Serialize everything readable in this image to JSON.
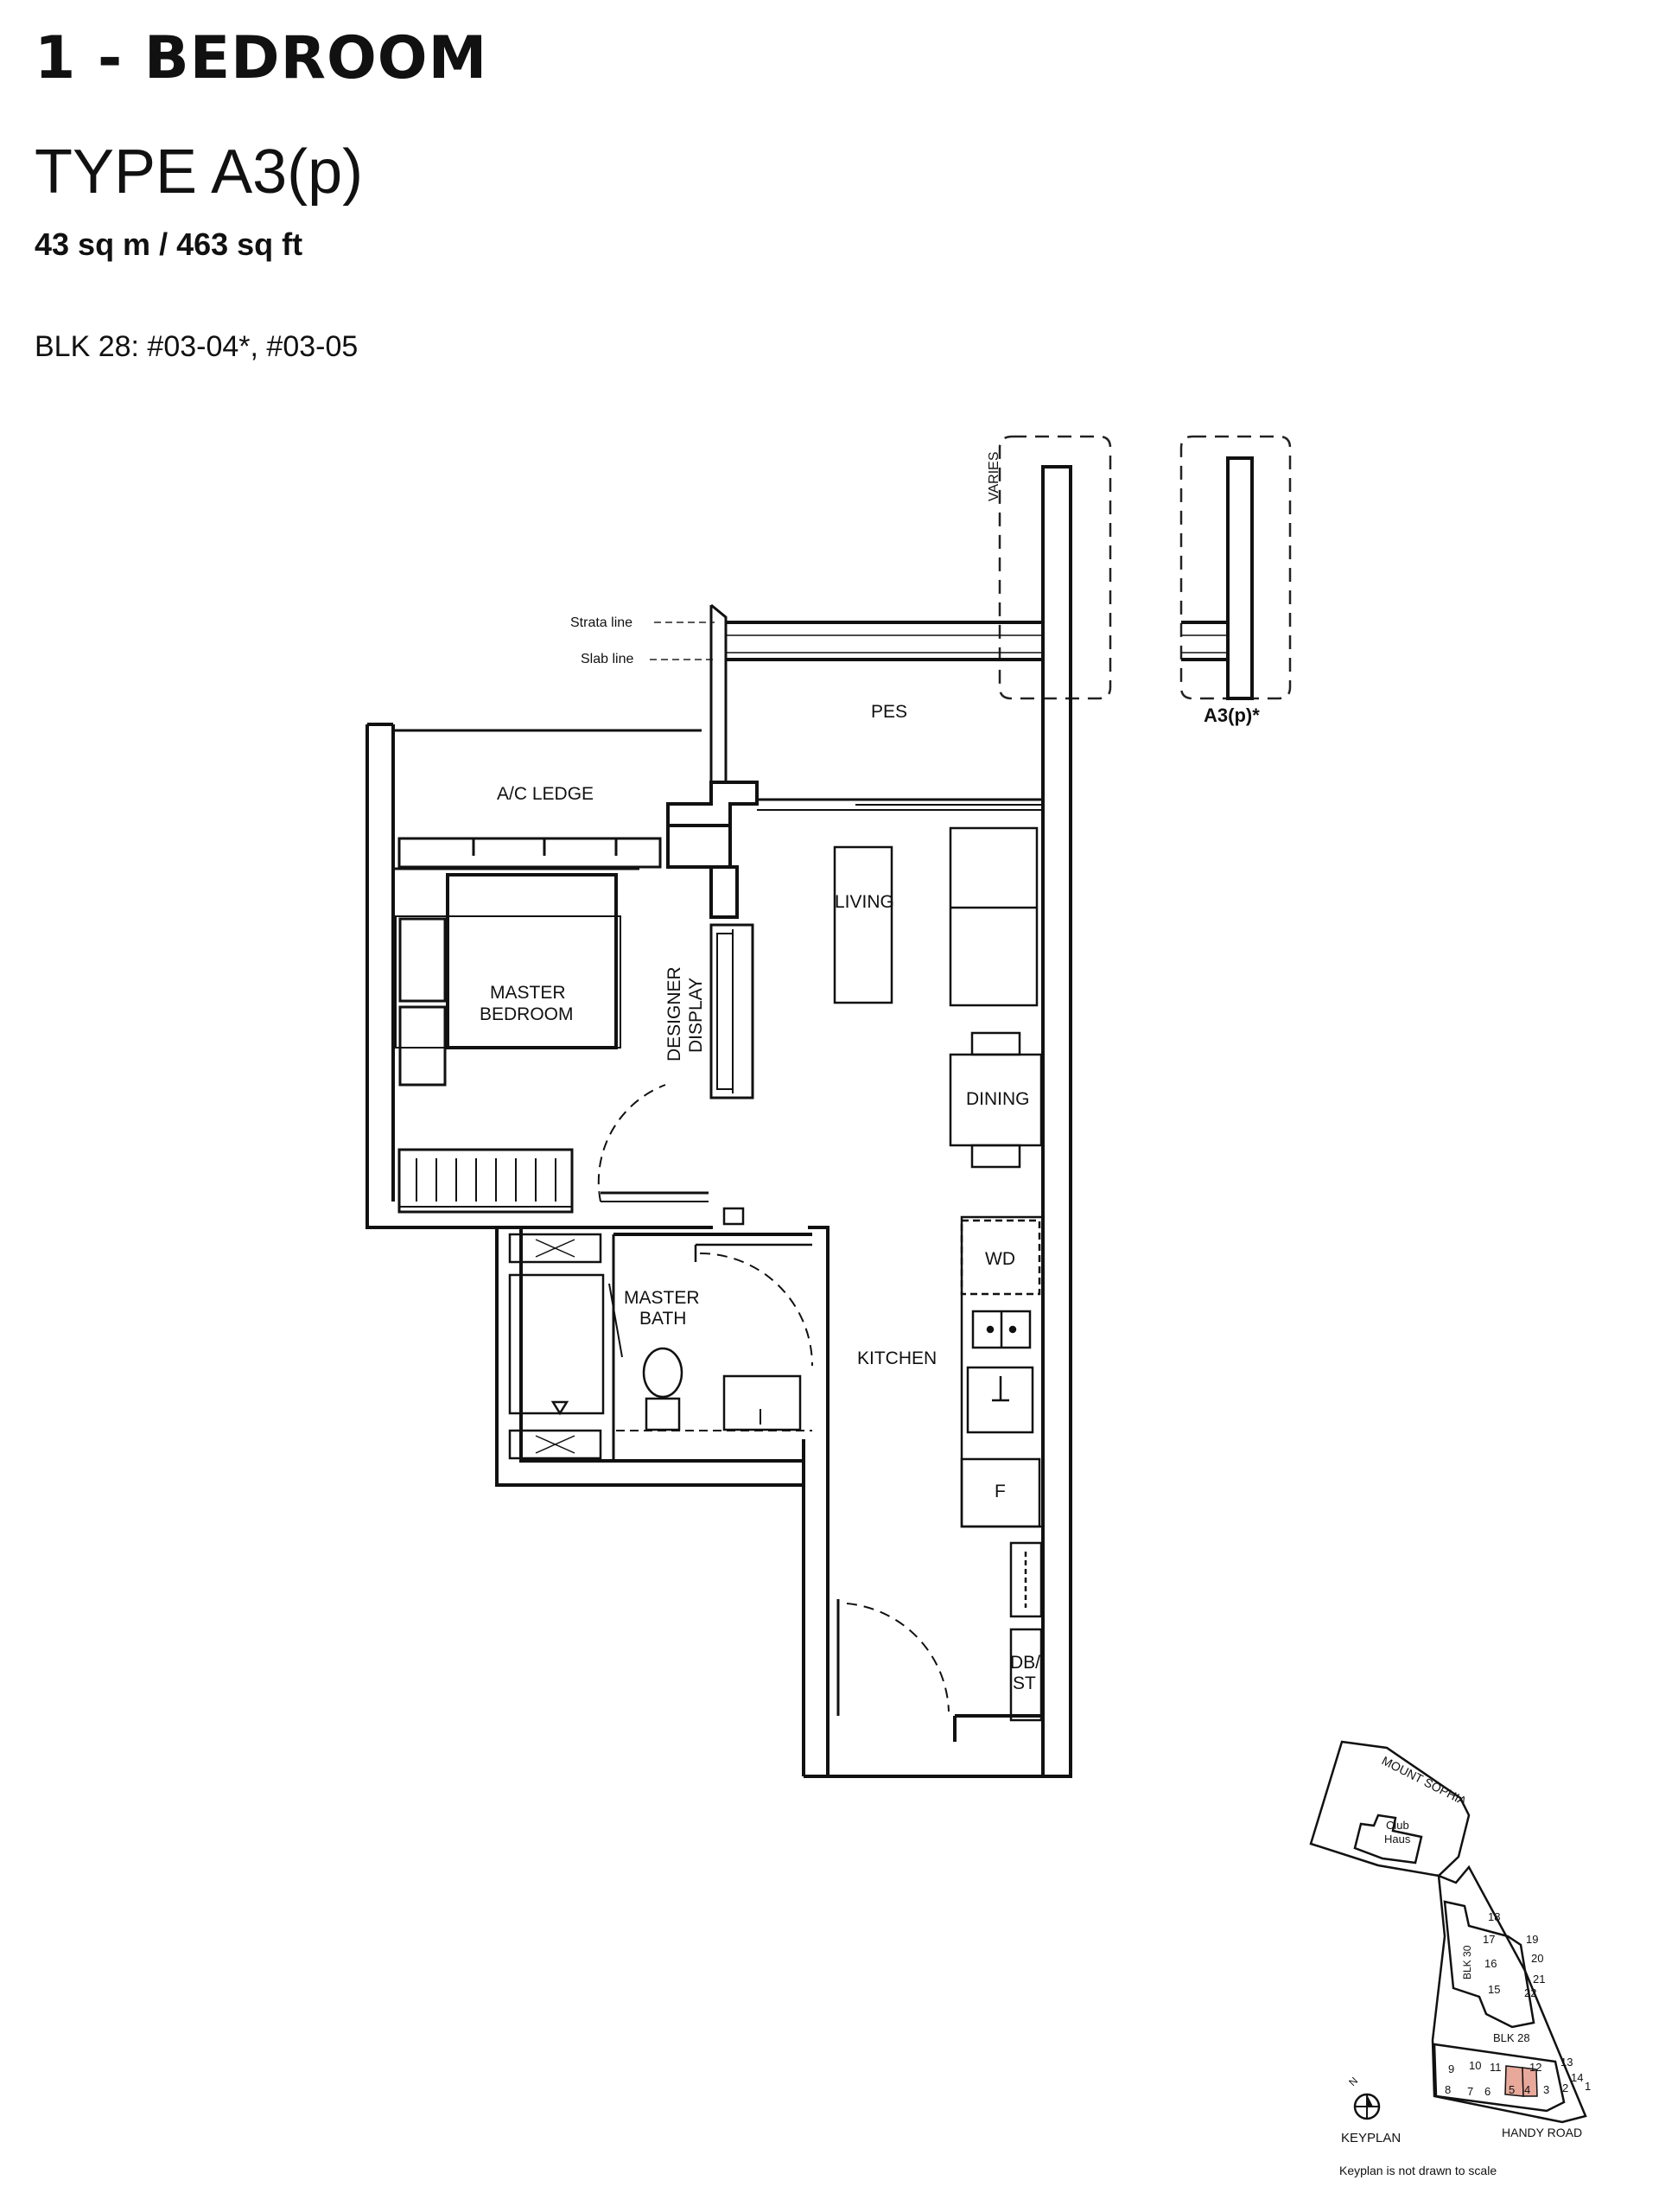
{
  "header": {
    "unit_category": "1 - BEDROOM",
    "unit_type": "TYPE A3(p)",
    "area": "43 sq m / 463 sq ft",
    "units": "BLK 28: #03-04*, #03-05"
  },
  "plan": {
    "labels": {
      "strata_line": "Strata line",
      "slab_line": "Slab line",
      "varies": "VARIES",
      "pes": "PES",
      "ac_ledge": "A/C LEDGE",
      "living": "LIVING",
      "master_bedroom_1": "MASTER",
      "master_bedroom_2": "BEDROOM",
      "designer_display_1": "DESIGNER",
      "designer_display_2": "DISPLAY",
      "dining": "DINING",
      "wd": "WD",
      "master_bath_1": "MASTER",
      "master_bath_2": "BATH",
      "kitchen": "KITCHEN",
      "fridge": "F",
      "dbst_1": "DB/",
      "dbst_2": "ST",
      "variant": "A3(p)*"
    }
  },
  "keyplan": {
    "road_top": "MOUNT SOPHIA",
    "club_1": "Club",
    "club_2": "Haus",
    "blk30": "BLK 30",
    "blk28": "BLK 28",
    "road_bottom": "HANDY ROAD",
    "title": "KEYPLAN",
    "north": "N",
    "note": "Keyplan is not drawn to scale",
    "highlight_color": "#e8a99b",
    "blocks": [
      "18",
      "17",
      "19",
      "16",
      "20",
      "21",
      "15",
      "22",
      "9",
      "10",
      "11",
      "12",
      "13",
      "14",
      "8",
      "7",
      "6",
      "5",
      "4",
      "3",
      "2",
      "1"
    ]
  }
}
